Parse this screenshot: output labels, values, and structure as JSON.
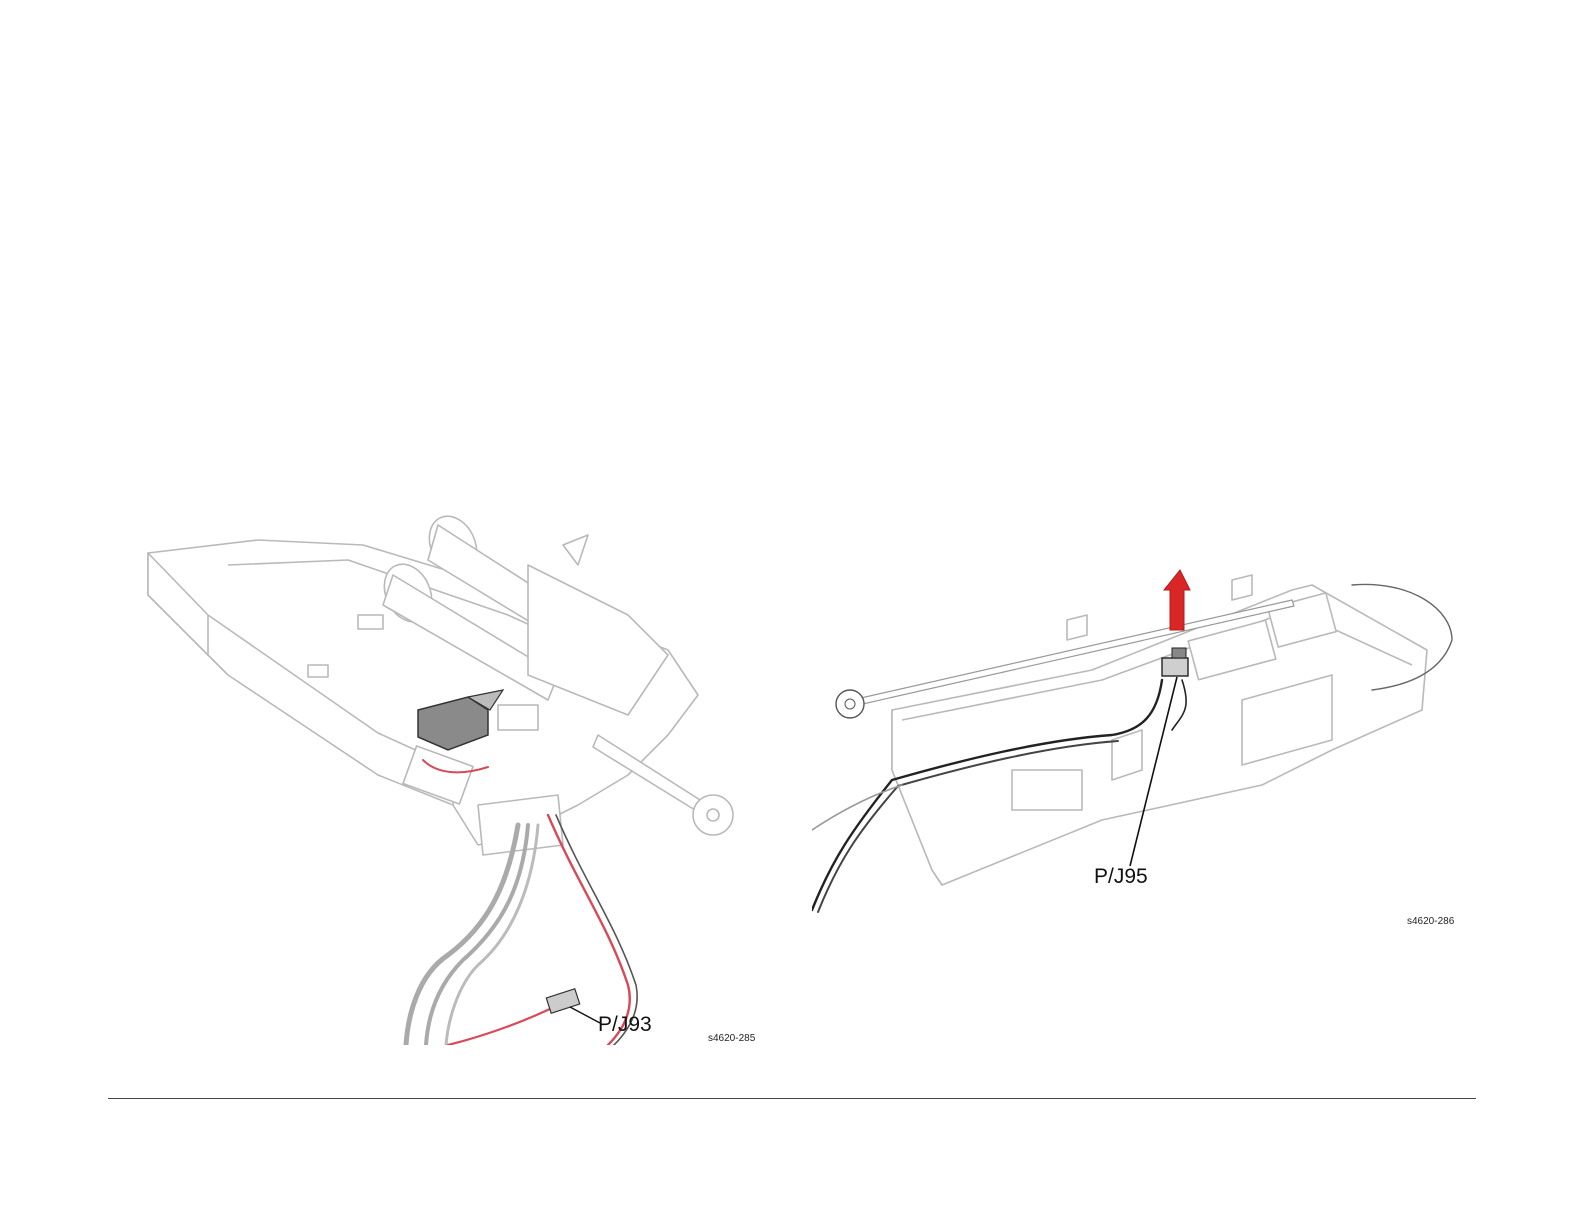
{
  "figures": [
    {
      "callout": "P/J93",
      "figure_id": "s4620-285"
    },
    {
      "callout": "P/J95",
      "figure_id": "s4620-286"
    }
  ]
}
